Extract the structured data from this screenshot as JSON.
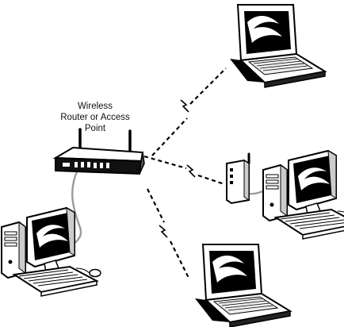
{
  "diagram": {
    "router_label": {
      "line1": "Wireless",
      "line2": "Router or Access",
      "line3": "Point"
    },
    "colors": {
      "ink": "#000000",
      "panel": "#111111",
      "cable": "#9a9a9a",
      "paper": "#ffffff"
    }
  }
}
